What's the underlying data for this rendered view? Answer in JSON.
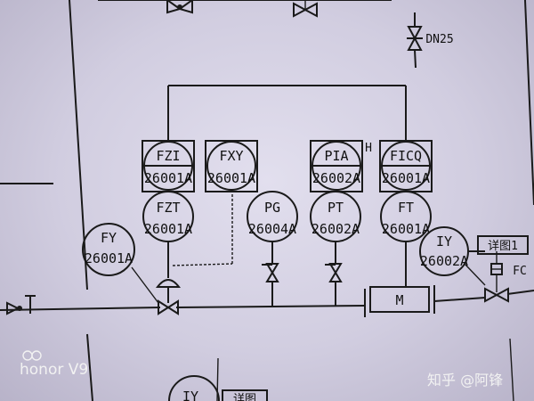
{
  "instruments": [
    {
      "id": "fzi",
      "func": "FZI",
      "loop": "26001A"
    },
    {
      "id": "fxy",
      "func": "FXY",
      "loop": "26001A"
    },
    {
      "id": "pia",
      "func": "PIA",
      "loop": "26002A"
    },
    {
      "id": "ficq",
      "func": "FICQ",
      "loop": "26001A"
    },
    {
      "id": "fzt",
      "func": "FZT",
      "loop": "26001A"
    },
    {
      "id": "pg",
      "func": "PG",
      "loop": "26004A"
    },
    {
      "id": "pt",
      "func": "PT",
      "loop": "26002A"
    },
    {
      "id": "ft",
      "func": "FT",
      "loop": "26001A"
    },
    {
      "id": "fy",
      "func": "FY",
      "loop": "26001A"
    },
    {
      "id": "iy",
      "func": "IY",
      "loop": "26002A"
    },
    {
      "id": "iy2",
      "func": "IY",
      "loop": ""
    }
  ],
  "labels": {
    "valve_size": "DN25",
    "high_alarm": "H",
    "meter": "M",
    "detail_ref": "详图1",
    "detail_ref2": "详图",
    "fail_closed": "FC"
  },
  "watermark": {
    "camera": "honor V9",
    "credit": "知乎 @阿锋"
  }
}
